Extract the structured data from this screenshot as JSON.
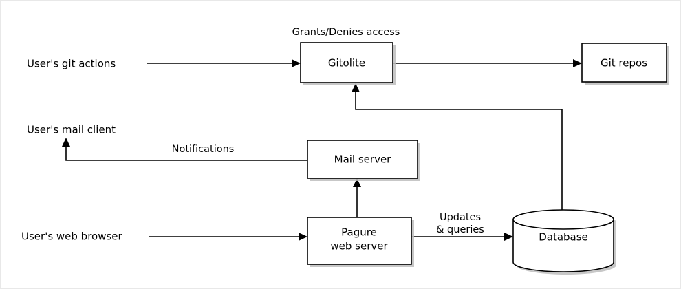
{
  "diagram": {
    "title_note": "Grants/Denies access",
    "nodes": {
      "gitolite": {
        "label": "Gitolite"
      },
      "git_repos": {
        "label": "Git repos"
      },
      "mail_server": {
        "label": "Mail server"
      },
      "pagure": {
        "label_line1": "Pagure",
        "label_line2": "web server"
      },
      "database": {
        "label": "Database"
      }
    },
    "actors": {
      "git_actions": {
        "label": "User's git actions"
      },
      "mail_client": {
        "label": "User's mail client"
      },
      "web_browser": {
        "label": "User's web browser"
      }
    },
    "edge_labels": {
      "grants": "Grants/Denies access",
      "notifications": "Notifications",
      "updates_line1": "Updates",
      "updates_line2": "& queries"
    },
    "colors": {
      "stroke": "#000000",
      "fill": "#ffffff",
      "shadow": "#bdbdbd",
      "background": "#ffffff",
      "frame": "#e8e8e8"
    }
  }
}
